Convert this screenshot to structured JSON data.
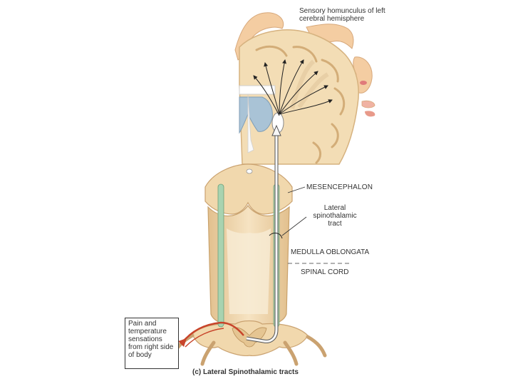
{
  "labels": {
    "homunculus_title": "Sensory homunculus of left cerebral hemisphere",
    "mesencephalon": "MESENCEPHALON",
    "tract": "Lateral spinothalamic tract",
    "medulla": "MEDULLA OBLONGATA",
    "spinal_cord": "SPINAL CORD",
    "pain_box": "Pain and temperature sensations from right side of body",
    "caption": "(c) Lateral Spinothalamic tracts"
  },
  "colors": {
    "tissue": "#f1dbb3",
    "tissue_dark": "#d9b987",
    "ventricle": "#a9c3d6",
    "tract_green": "#a8d3b0",
    "nerve_red": "#c8442a",
    "skin": "#f4cda2"
  }
}
